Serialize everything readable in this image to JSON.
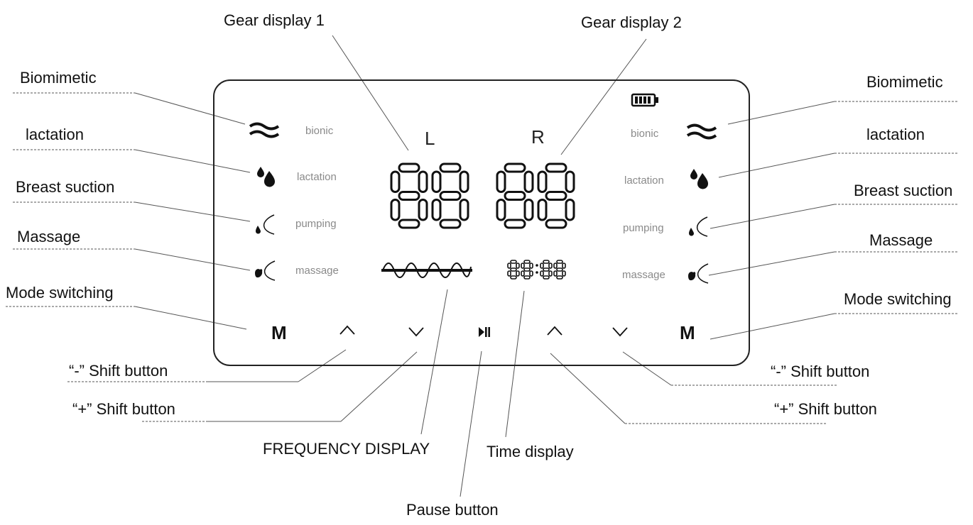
{
  "callouts": {
    "gear1": "Gear display 1",
    "gear2": "Gear display 2",
    "left_biomimetic": "Biomimetic",
    "left_lactation": "lactation",
    "left_suction": "Breast suction",
    "left_massage": "Massage",
    "left_mode": "Mode switching",
    "left_minus": "“-” Shift button",
    "left_plus": "“+” Shift button",
    "right_biomimetic": "Biomimetic",
    "right_lactation": "lactation",
    "right_suction": "Breast suction",
    "right_massage": "Massage",
    "right_mode": "Mode switching",
    "right_minus": "“-” Shift button",
    "right_plus": "“+” Shift button",
    "frequency": "FREQUENCY DISPLAY",
    "time": "Time display",
    "pause": "Pause button"
  },
  "panel": {
    "left_modes": [
      "bionic",
      "lactation",
      "pumping",
      "massage"
    ],
    "right_modes": [
      "bionic",
      "lactation",
      "pumping",
      "massage"
    ],
    "channel_left": "L",
    "channel_right": "R",
    "gear_left": "88",
    "gear_right": "88",
    "time_readout": "88:88",
    "mode_button": "M",
    "icons": [
      "bionic-wave-icon",
      "lactation-drops-icon",
      "pumping-icon",
      "massage-icon",
      "battery-icon",
      "up-chevron-icon",
      "down-chevron-icon",
      "play-pause-icon",
      "sine-wave-icon"
    ]
  }
}
